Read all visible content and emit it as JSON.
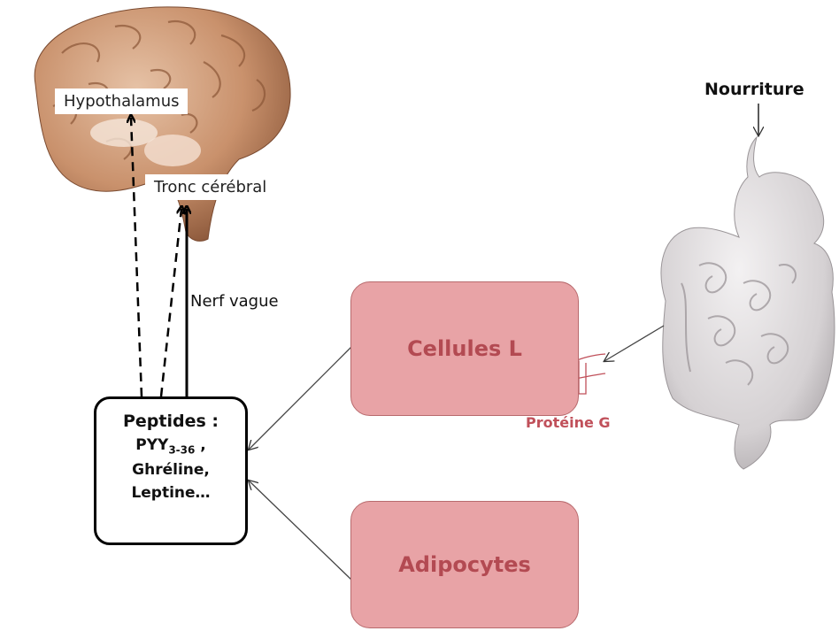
{
  "labels": {
    "hypothalamus": "Hypothalamus",
    "tronc": "Tronc cérébral",
    "nerf": "Nerf vague",
    "nourriture": "Nourriture",
    "proteine": "Protéine G"
  },
  "boxes": {
    "cellules": "Cellules L",
    "adipocytes": "Adipocytes"
  },
  "peptides": {
    "title": "Peptides :",
    "pyy": "PYY",
    "pyy_sub": "3-36",
    "pyy_suffix": " ,",
    "ghreline": "Ghréline,",
    "leptine": "Leptine…"
  },
  "colors": {
    "box_fill": "#e8a3a6",
    "box_text": "#b34a52",
    "brain": "#b07a5a",
    "organ": "#d9d6d8"
  }
}
